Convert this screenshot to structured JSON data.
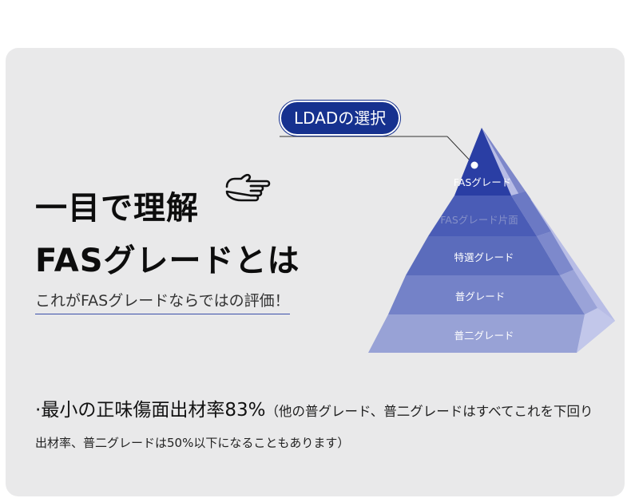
{
  "title": {
    "line1": "一目で理解",
    "line2": "FASグレードとは"
  },
  "subtitle": "これがFASグレードならではの評価！",
  "badge": "LDADの選択",
  "pyramid": {
    "levels": [
      {
        "label": "FASグレード"
      },
      {
        "label": "FASグレード片面"
      },
      {
        "label": "特選グレード"
      },
      {
        "label": "普グレード"
      },
      {
        "label": "普二グレード"
      }
    ],
    "colors": [
      "#2a3ea4",
      "#4a5cb6",
      "#5b6cbc",
      "#7482c8",
      "#98a2d6"
    ]
  },
  "bullet": {
    "marker": "·",
    "main": "最小の正味傷面出材率83%",
    "paren": "（他の普グレード、普二グレードはすべてこれを下回り"
  },
  "note": "出材率、普二グレードは50%以下になることもあります）",
  "icons": {
    "pointing_hand": "pointing-hand-icon"
  }
}
